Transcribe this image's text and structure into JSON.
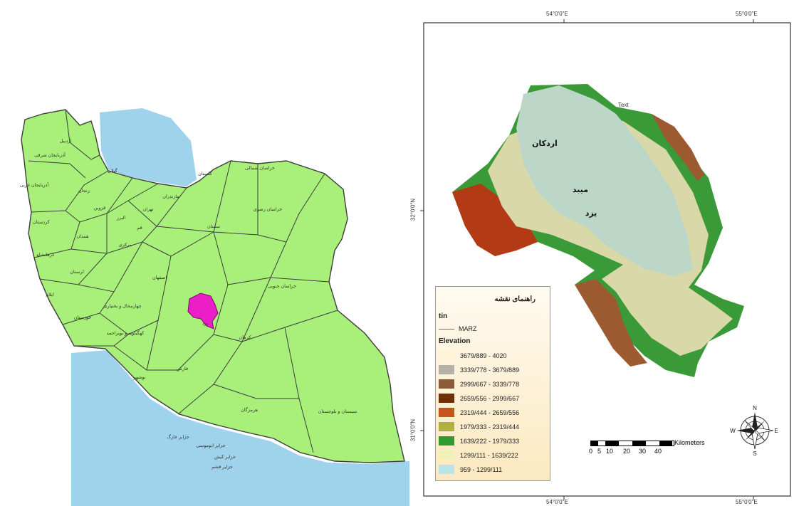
{
  "iran_map": {
    "colors": {
      "land": "#a8f07a",
      "sea": "#9fd3ec",
      "border": "#3d3d3d",
      "highlight": "#ec1ec8"
    },
    "province_labels": [
      "آذربایجان شرقی",
      "آذربایجان غربی",
      "اردبیل",
      "زنجان",
      "گیلان",
      "مازندران",
      "گلستان",
      "خراسان شمالی",
      "قزوین",
      "تهران",
      "قم",
      "البرز",
      "کردستان",
      "همدان",
      "کرمانشاه",
      "مرکزی",
      "لرستان",
      "ایلام",
      "سمنان",
      "خراسان رضوی",
      "اصفهان",
      "چهارمحال و بختیاری",
      "خوزستان",
      "کهگیلویه و بویراحمد",
      "بوشهر",
      "فارس",
      "خراسان جنوبی",
      "کرمان",
      "هرمزگان",
      "سیستان و بلوچستان",
      "یزد"
    ],
    "islands": [
      "جزایر خارگ",
      "جزایر ابوموسی",
      "جزایر کیش",
      "جزایر قشم"
    ]
  },
  "study_map": {
    "colors": {
      "frame": "#333333",
      "plain": "#bcd6c8",
      "lowland": "#d9d8a8",
      "green": "#3a9a38",
      "brown": "#9b5a30",
      "red": "#b23a14"
    },
    "place_labels": [
      "اردکان",
      "میبد",
      "یزد"
    ],
    "top_text": "Text",
    "axis": {
      "top": [
        "54°0'0\"E",
        "55°0'0\"E"
      ],
      "bottom": [
        "54°0'0\"E",
        "55°0'0\"E"
      ],
      "left": [
        "32°0'0\"N",
        "31°0'0\"N"
      ]
    },
    "legend": {
      "title": "راهنمای نقشه",
      "tin_label": "tin",
      "marz_label": "MARZ",
      "elevation_label": "Elevation",
      "classes": [
        {
          "range": "3679/889 - 4020",
          "color": "#fdf4d8"
        },
        {
          "range": "3339/778 - 3679/889",
          "color": "#b5b1a8"
        },
        {
          "range": "2999/667 - 3339/778",
          "color": "#8b5a3a"
        },
        {
          "range": "2659/556 - 2999/667",
          "color": "#6e2e06"
        },
        {
          "range": "2319/444 - 2659/556",
          "color": "#c7531f"
        },
        {
          "range": "1979/333 - 2319/444",
          "color": "#b0b040"
        },
        {
          "range": "1639/222 - 1979/333",
          "color": "#2f9a2f"
        },
        {
          "range": "1299/111 - 1639/222",
          "color": "#f1f0b4"
        },
        {
          "range": "959 - 1299/111",
          "color": "#b5e6e8"
        }
      ]
    },
    "scale": {
      "unit": "Kilometers",
      "ticks": [
        "0",
        "5",
        "10",
        "20",
        "30",
        "40"
      ]
    },
    "compass": {
      "n": "N",
      "s": "S",
      "e": "E",
      "w": "W"
    }
  }
}
